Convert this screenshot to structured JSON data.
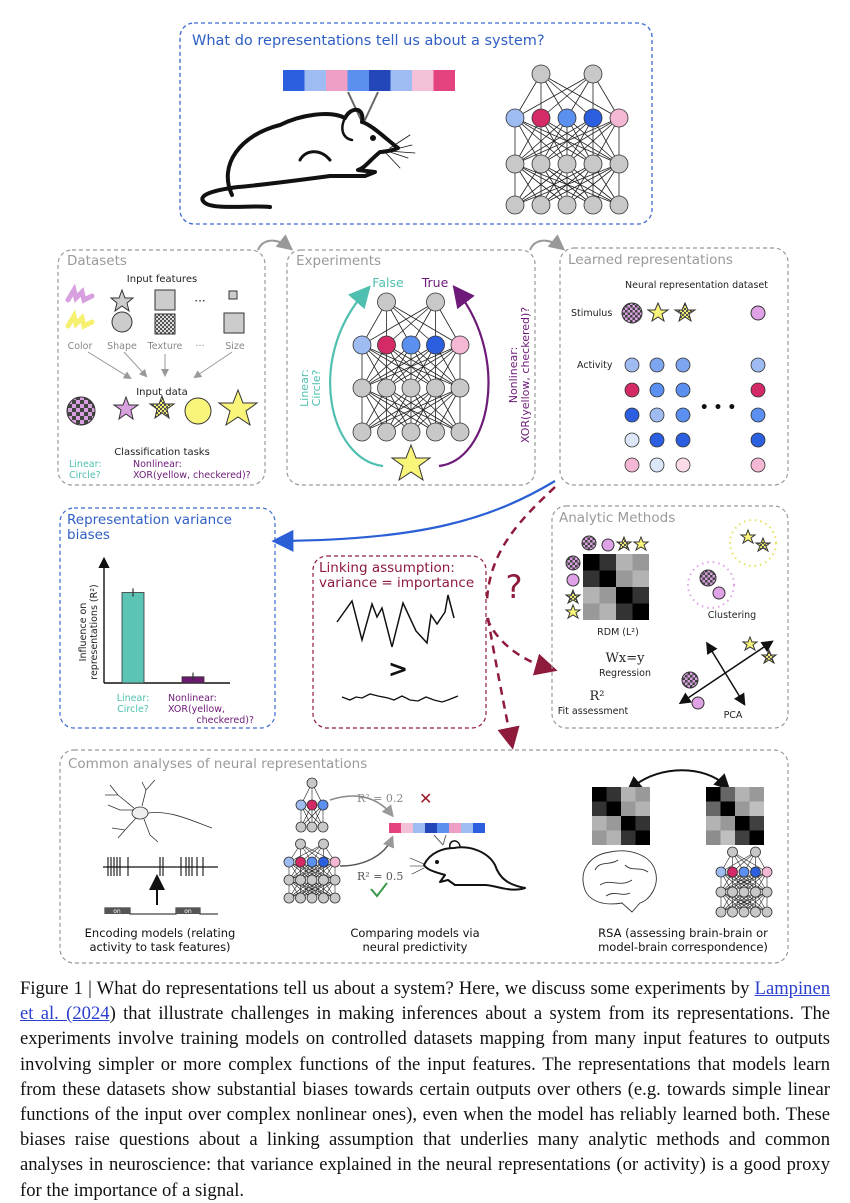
{
  "panels": {
    "top": {
      "title": "What do representations tell us about a system?"
    },
    "datasets": {
      "title": "Datasets",
      "input_features_label": "Input features",
      "feature_labels": [
        "Color",
        "Shape",
        "Texture",
        "···",
        "Size"
      ],
      "ellipsis": "···",
      "input_data_label": "Input data",
      "classification_label": "Classification tasks",
      "linear_label_1": "Linear:",
      "linear_label_2": "Circle?",
      "nonlinear_label_1": "Nonlinear:",
      "nonlinear_label_2": "XOR(yellow, checkered)?"
    },
    "experiments": {
      "title": "Experiments",
      "false_label": "False",
      "true_label": "True",
      "linear_side_1": "Linear:",
      "linear_side_2": "Circle?",
      "nonlinear_side_1": "Nonlinear:",
      "nonlinear_side_2": "XOR(yellow, checkered)?"
    },
    "learned": {
      "title": "Learned representations",
      "dataset_label": "Neural representation dataset",
      "stimulus_label": "Stimulus",
      "activity_label": "Activity",
      "ellipsis": "• • •"
    },
    "variance_biases": {
      "title_1": "Representation variance",
      "title_2": "biases",
      "ylabel_1": "Influence on",
      "ylabel_2": "representations (R²)",
      "xlabel_linear_1": "Linear:",
      "xlabel_linear_2": "Circle?",
      "xlabel_nonlinear_1": "Nonlinear:",
      "xlabel_nonlinear_2": "XOR(yellow,",
      "xlabel_nonlinear_3": "checkered)?"
    },
    "linking": {
      "title_1": "Linking assumption:",
      "title_2": "variance = importance",
      "greater": ">",
      "question": "?"
    },
    "analytic": {
      "title": "Analytic Methods",
      "rdm_label": "RDM (L²)",
      "clustering_label": "Clustering",
      "regression_eq": "Wx=y",
      "regression_label": "Regression",
      "fit_eq": "R²",
      "fit_label": "Fit assessment",
      "pca_label": "PCA"
    },
    "common": {
      "title": "Common analyses of neural representations",
      "on_label": "on",
      "encoding_label_1": "Encoding models (relating",
      "encoding_label_2": "activity to task features)",
      "r2_low": "R² = 0.2",
      "r2_high": "R² = 0.5",
      "comparing_label_1": "Comparing models via",
      "comparing_label_2": "neural predictivity",
      "rsa_label_1": "RSA (assessing brain-brain or",
      "rsa_label_2": "model-brain correspondence)"
    }
  },
  "chart_data": {
    "type": "bar",
    "title": "Representation variance biases",
    "categories": [
      "Linear: Circle?",
      "Nonlinear: XOR(yellow, checkered)?"
    ],
    "values": [
      0.87,
      0.06
    ],
    "error": [
      0.04,
      0.04
    ],
    "ylabel": "Influence on representations (R²)",
    "xlabel": "",
    "ylim": [
      0,
      1
    ],
    "colors": [
      "#5bc4b4",
      "#6a1a6e"
    ]
  },
  "colors": {
    "blue_title": "#2f5fc4",
    "gray_title": "#9a9a9a",
    "teal": "#4fc0b0",
    "purple": "#6d1a78",
    "maroon": "#8e1a3c",
    "node_gray": "#c8c8c8",
    "light_blue": "#9ebcf2",
    "mid_blue": "#5b8ff0",
    "dark_blue": "#2c5fe0",
    "magenta": "#d42a68",
    "pink": "#f4b8d4",
    "pale_blue": "#dbe6f9",
    "lilac": "#e0a2e6",
    "yellow": "#f9f57a"
  },
  "top_bar_colors": [
    "#2c5fe0",
    "#9ebcf2",
    "#ef9fc5",
    "#5b8ff0",
    "#2347b8",
    "#9ebcf2",
    "#f4c0d8",
    "#e3447f"
  ],
  "hidden_layer_colors": [
    "#9ebcf2",
    "#d42a68",
    "#5b8ff0",
    "#2c5fe0",
    "#f4b8d4"
  ],
  "activity_columns": [
    [
      "#9ebcf2",
      "#d42a68",
      "#2c5fe0",
      "#dbe6f9",
      "#f4b8d4"
    ],
    [
      "#7ea6f0",
      "#5b8ff0",
      "#9ebcf2",
      "#2c5fe0",
      "#dbe6f9"
    ],
    [
      "#7ea6f0",
      "#5b8ff0",
      "#5b8ff0",
      "#2c5fe0",
      "#fbdbe8"
    ],
    [
      "#9ebcf2",
      "#d42a68",
      "#5b8ff0",
      "#2c5fe0",
      "#f4b8d4"
    ]
  ],
  "rdm_left": [
    [
      0,
      0.2,
      0.7,
      0.6
    ],
    [
      0.2,
      0,
      0.6,
      0.7
    ],
    [
      0.7,
      0.6,
      0,
      0.2
    ],
    [
      0.6,
      0.7,
      0.2,
      0
    ]
  ],
  "rdm_right": [
    [
      0,
      0.4,
      0.7,
      0.6
    ],
    [
      0.4,
      0,
      0.6,
      0.75
    ],
    [
      0.7,
      0.6,
      0,
      0.25
    ],
    [
      0.55,
      0.75,
      0.25,
      0
    ]
  ],
  "compare_bar_colors": [
    "#e3447f",
    "#f4c0d8",
    "#9ebcf2",
    "#2347b8",
    "#5b8ff0",
    "#ef9fc5",
    "#9ebcf2",
    "#2c5fe0"
  ],
  "caption": {
    "prefix": "Figure 1 | What do representations tell us about a system?  Here, we discuss some experiments by ",
    "link_text": "Lampinen et al. (2024",
    "suffix": ") that illustrate challenges in making inferences about a system from its representations. The experiments involve training models on controlled datasets mapping from many input features to outputs involving simpler or more complex functions of the input features.  The representations that models learn from these datasets show substantial biases towards certain outputs over others (e.g. towards simple linear functions of the input over complex nonlinear ones), even when the model has reliably learned both. These biases raise questions about a linking assumption that underlies many analytic methods and common analyses in neuroscience: that variance explained in the neural representations (or activity) is a good proxy for the importance of a signal."
  }
}
